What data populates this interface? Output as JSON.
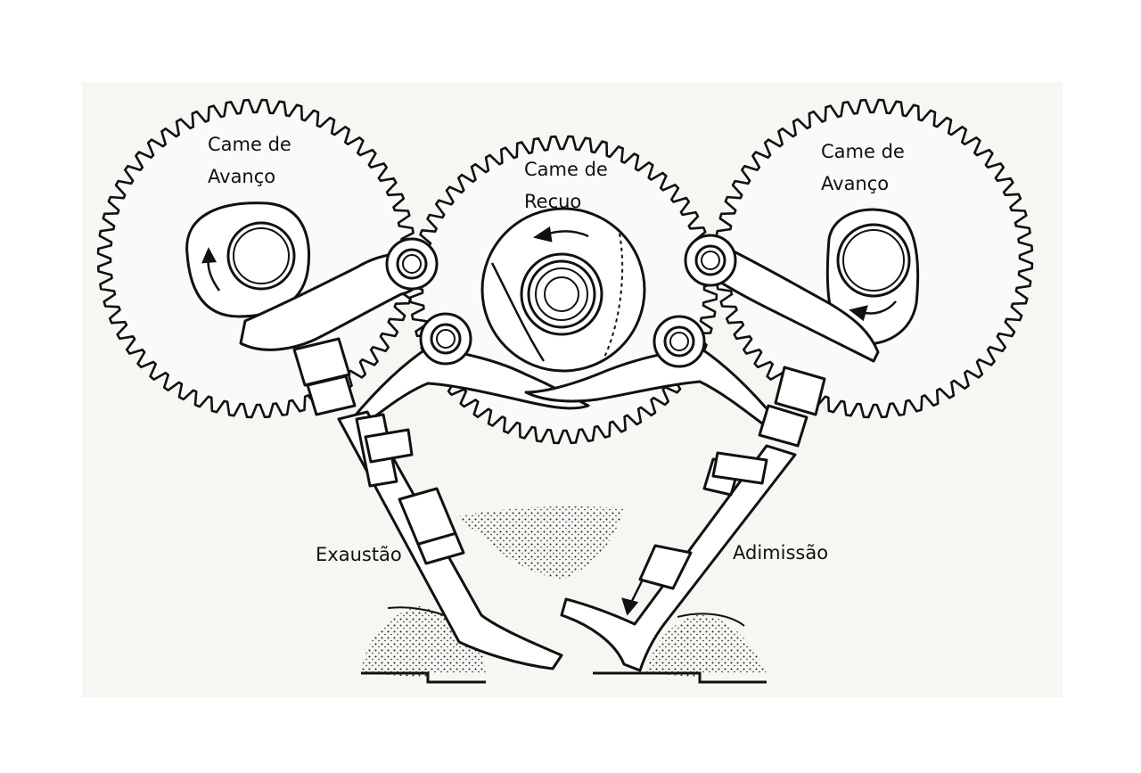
{
  "labels": {
    "left_cam": {
      "line1": "Came de",
      "line2": "Avanço"
    },
    "center_cam": {
      "line1": "Came de",
      "line2": "Recuo"
    },
    "right_cam": {
      "line1": "Came de",
      "line2": "Avanço"
    },
    "exhaust": "Exaustão",
    "intake": "Adimissão"
  }
}
